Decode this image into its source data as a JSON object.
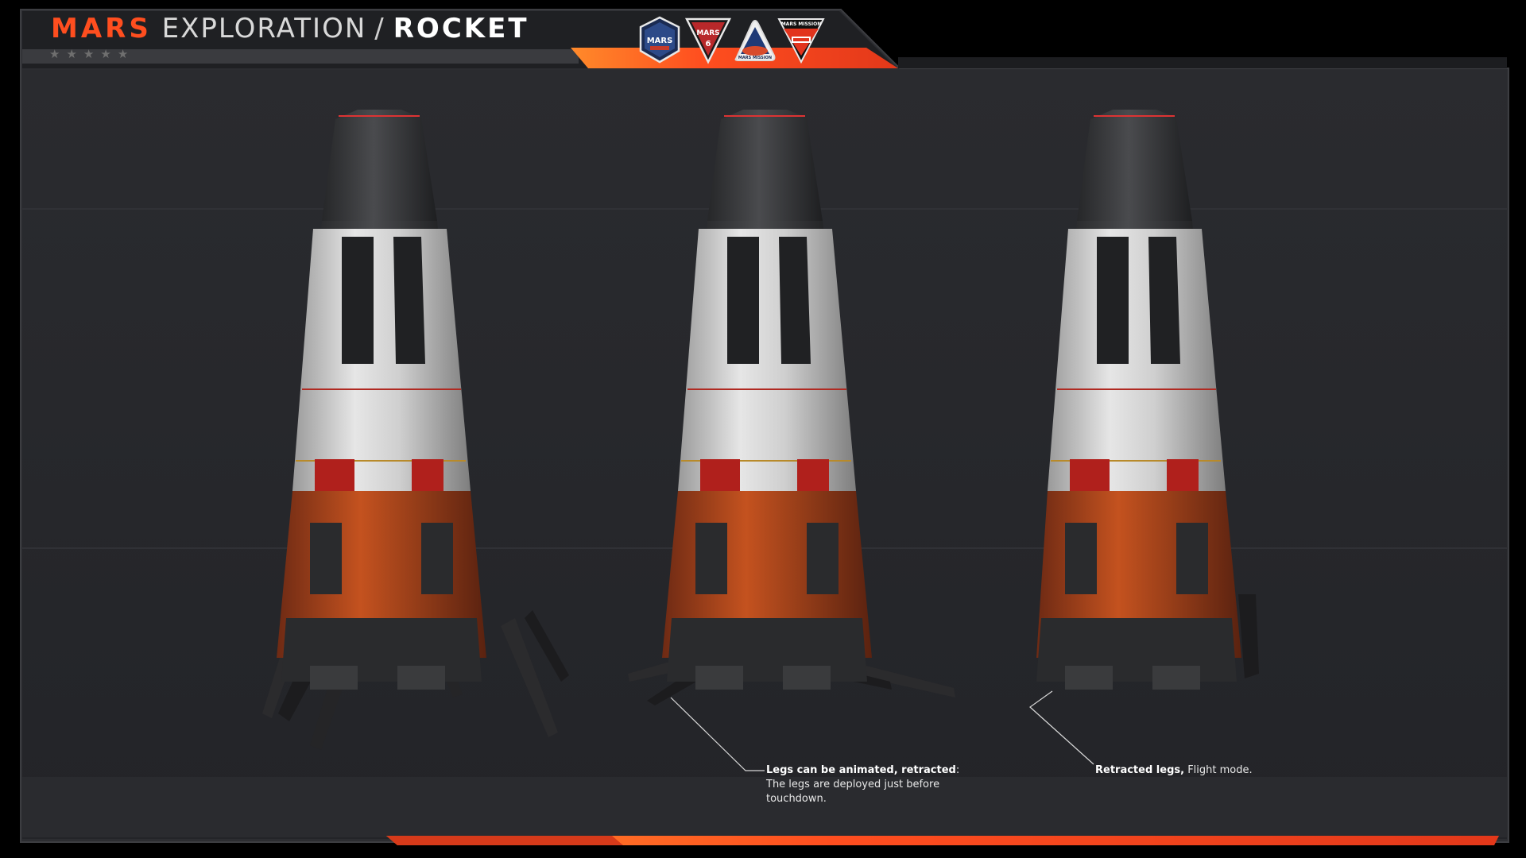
{
  "header": {
    "title_accent": "MARS",
    "title_light": "EXPLORATION",
    "title_sep": "/",
    "title_strong": "ROCKET",
    "rating": {
      "max": 5,
      "value": 0
    }
  },
  "badges": [
    {
      "name": "mars-badge",
      "text": "MARS"
    },
    {
      "name": "mars-6-badge",
      "text": "MARS"
    },
    {
      "name": "mars-mission-badge",
      "text": "MARS MISSION"
    },
    {
      "name": "mars-mission-2020-badge",
      "text": "MARS MISSION"
    }
  ],
  "views": [
    {
      "name": "rocket-legs-deployed",
      "legs": "deployed"
    },
    {
      "name": "rocket-legs-retracting",
      "legs": "retracting"
    },
    {
      "name": "rocket-legs-retracted",
      "legs": "retracted"
    }
  ],
  "captions": [
    {
      "bold": "Legs can be animated, retracted",
      "rest_inline": ":",
      "rest_lines": [
        "The legs are deployed  just before",
        "touchdown."
      ]
    },
    {
      "bold": "Retracted legs,",
      "rest_inline": " Flight mode.",
      "rest_lines": []
    }
  ],
  "colors": {
    "accent": "#ff4e1f",
    "panel": "#26272b",
    "frame": "#3a3b3f",
    "hull_white": "#dcdcdc",
    "hull_dark": "#2e2f31",
    "hull_orange": "#b8461e"
  }
}
